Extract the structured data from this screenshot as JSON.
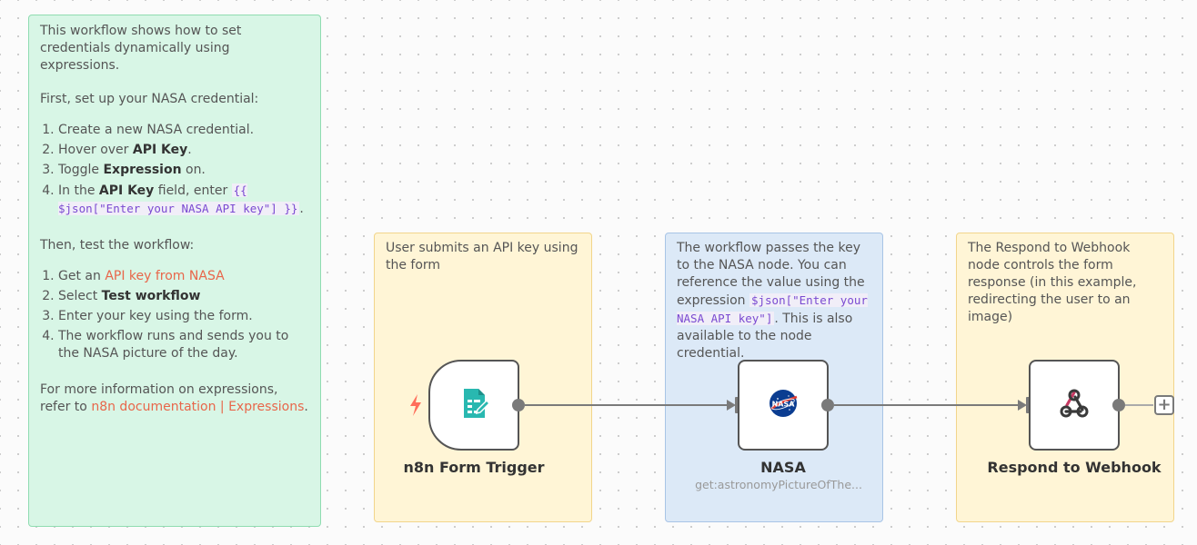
{
  "notes": {
    "main": {
      "intro": "This workflow shows how to set credentials dynamically using expressions.",
      "setup_heading": "First, set up your NASA credential:",
      "setup_steps": {
        "s1": "Create a new NASA credential.",
        "s2_pre": "Hover over ",
        "s2_bold": "API Key",
        "s2_post": ".",
        "s3_pre": "Toggle ",
        "s3_bold": "Expression",
        "s3_post": " on.",
        "s4_pre": "In the ",
        "s4_bold": "API Key",
        "s4_mid": " field, enter ",
        "s4_code": "{{ $json[\"Enter your NASA API key\"] }}",
        "s4_post": "."
      },
      "test_heading": "Then, test the workflow:",
      "test_steps": {
        "t1_pre": "Get an ",
        "t1_link": "API key from NASA",
        "t2_pre": "Select ",
        "t2_bold": "Test workflow",
        "t3": "Enter your key using the form.",
        "t4": "The workflow runs and sends you to the NASA picture of the day."
      },
      "more_pre": "For more information on expressions, refer to ",
      "more_link": "n8n documentation | Expressions",
      "more_post": "."
    },
    "form": {
      "text": "User submits an API key using the form"
    },
    "nasa": {
      "pre": "The workflow passes the key to the NASA node. You can reference the value using the expression ",
      "code": "$json[\"Enter your NASA API key\"]",
      "post": ". This is also available to the node credential."
    },
    "respond": {
      "text": "The Respond to Webhook node controls the form response (in this example, redirecting the user to an image)"
    }
  },
  "nodes": {
    "form_trigger": {
      "label": "n8n Form Trigger",
      "icon": "form-icon"
    },
    "nasa": {
      "label": "NASA",
      "subtitle": "get:astronomyPictureOfThe...",
      "icon": "nasa-logo-icon"
    },
    "respond": {
      "label": "Respond to Webhook",
      "icon": "webhook-icon"
    }
  },
  "canvas": {
    "add_node_symbol": "+"
  },
  "colors": {
    "trigger_accent": "#ff6d5a",
    "form_icon": "#29b8b0",
    "link": "#e8664a",
    "code": "#7a4ad1"
  }
}
